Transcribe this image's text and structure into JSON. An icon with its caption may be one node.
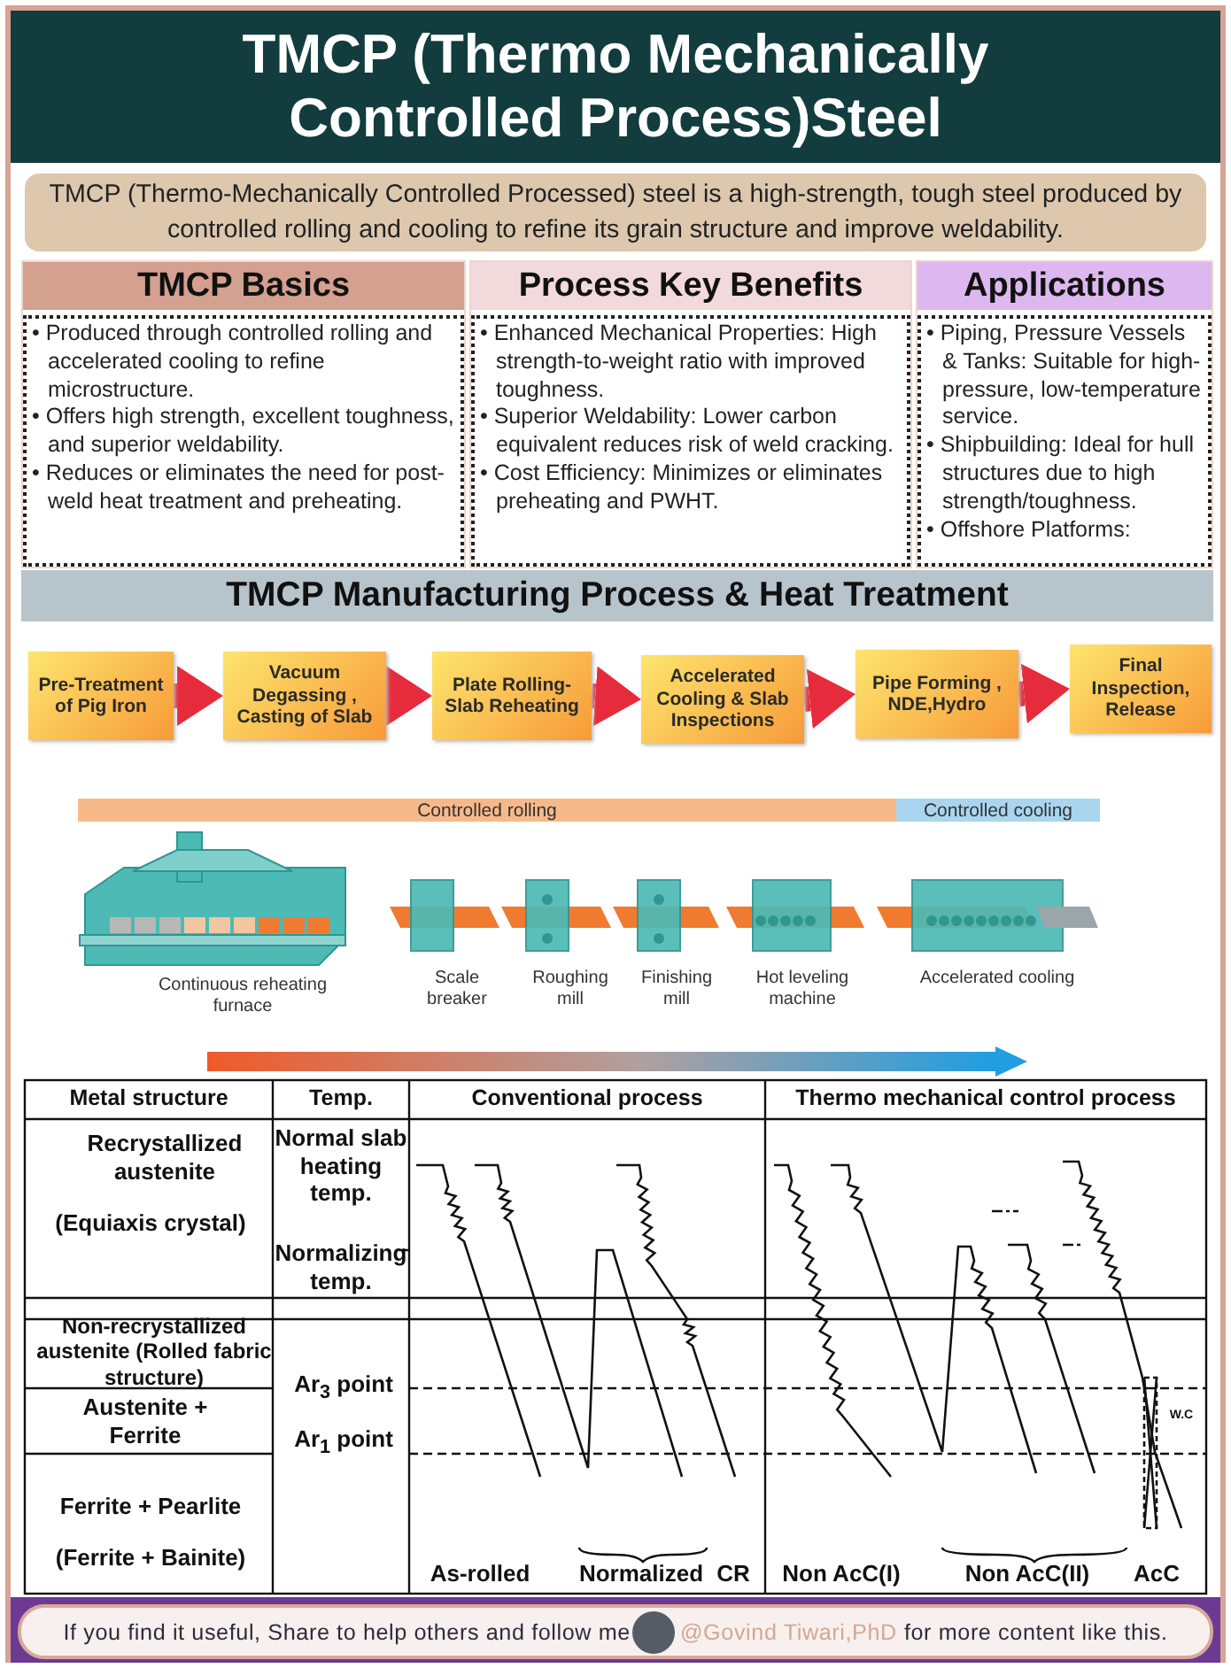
{
  "diagram": {
    "title": "TMCP (Thermo Mechanically Controlled Process)Steel",
    "nodes": [
      {
        "text": [
          "TMCP (Thermo-Mechanically Controlled Processed) steel is a high-strength, tough steel produced by controlled rolling and cooling to refine its grain structure and improve weldability."
        ]
      },
      {
        "text": [
          "TMCP Basics",
          "• Produced through controlled rolling and accelerated cooling to refine microstructure.",
          "• Offers high strength, excellent toughness, and superior weldability.",
          "• Reduces or eliminates the need for post-weld heat treatment and preheating."
        ]
      },
      {
        "text": [
          "Process Key Benefits",
          "• Enhanced Mechanical Properties: High strength-to-weight ratio with improved toughness.",
          "• Superior Weldability: Lower carbon equivalent reduces risk of weld cracking.",
          "• Cost Efficiency: Minimizes or eliminates preheating and PWHT."
        ]
      },
      {
        "text": [
          "Applications",
          "• Piping, Pressure Vessels & Tanks: Suitable for high-pressure, low-temperature service.",
          "• Shipbuilding: Ideal for hull structures due to high strength/toughness.",
          "• Offshore Platforms:"
        ]
      },
      {
        "text": [
          "TMCP Manufacturing Process & Heat Treatment"
        ]
      },
      {
        "text": [
          "Pre-Treatment of Pig Iron"
        ]
      },
      {
        "text": [
          "Vacuum Degassing , Casting of Slab"
        ]
      },
      {
        "text": [
          "Plate Rolling-Slab Reheating"
        ]
      },
      {
        "text": [
          "Accelerated Cooling & Slab Inspections"
        ]
      },
      {
        "text": [
          "Pipe Forming , NDE,Hydro"
        ]
      },
      {
        "text": [
          "Final Inspection, Release"
        ]
      },
      {
        "text": [
          "Controlled rolling"
        ]
      },
      {
        "text": [
          "Controlled cooling"
        ]
      },
      {
        "text": [
          "If you find it useful, Share to help others and follow me",
          "@Govind Tiwari,PhD",
          "for more content like this."
        ]
      }
    ],
    "edges": [
      {
        "from": 5,
        "to": 6,
        "arrow": "to"
      },
      {
        "from": 6,
        "to": 7,
        "arrow": "to"
      },
      {
        "from": 7,
        "to": 8,
        "arrow": "to"
      },
      {
        "from": 8,
        "to": 9,
        "arrow": "to"
      },
      {
        "from": 9,
        "to": 10,
        "arrow": "to"
      }
    ],
    "labels": [
      "Continuous reheating furnace",
      "Scale breaker",
      "Roughing mill",
      "Finishing mill",
      "Hot leveling machine",
      "Accelerated cooling",
      "Metal structure",
      "Temp.",
      "Conventional process",
      "Thermo mechanical control process",
      "Recrystallized austenite",
      "(Equiaxis crystal)",
      "Normal slab heating temp.",
      "Normalizing temp.",
      "Non-recrystallized austenite (Rolled fabric structure)",
      "Ar$_{3}$ point",
      "Austenite + Ferrite",
      "Ar$_{1}$ point",
      "Ferrite + Pearlite",
      "(Ferrite + Bainite)",
      "W.C",
      "As-rolled",
      "Normalized",
      "CR",
      "Non AcC(I)",
      "Non AcC(II)",
      "AcC"
    ]
  }
}
